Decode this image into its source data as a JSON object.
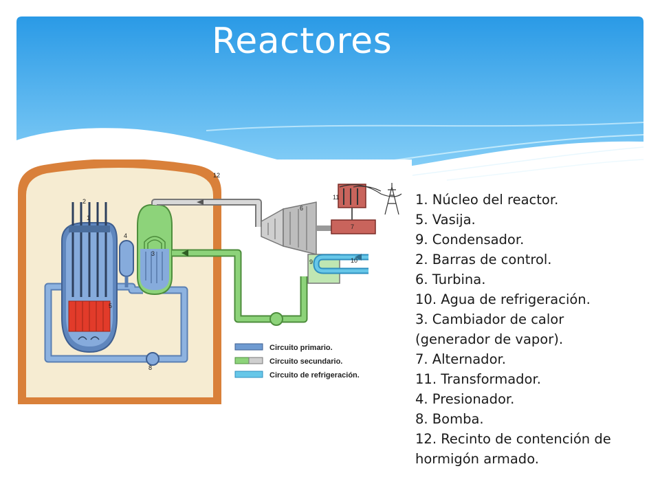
{
  "slide": {
    "title": "Reactores"
  },
  "diagram": {
    "number_labels": [
      "1",
      "2",
      "3",
      "4",
      "5",
      "6",
      "7",
      "8",
      "9",
      "10",
      "11",
      "12"
    ],
    "circuit_legend": [
      {
        "label": "Circuito primario.",
        "color": "#6f9bd1"
      },
      {
        "label": "Circuito secundario.",
        "color": "#8dd37a"
      },
      {
        "label": "Circuito de refrigeración.",
        "color": "#67c7e8"
      }
    ]
  },
  "legend": {
    "items": [
      "1. Núcleo del reactor.",
      "5. Vasija.",
      "9. Condensador.",
      "2. Barras de control.",
      "6. Turbina.",
      "10. Agua de refrigeración.",
      "3. Cambiador de calor",
      "(generador de vapor).",
      "7. Alternador.",
      "11. Transformador.",
      "4. Presionador.",
      "8. Bomba.",
      "12. Recinto de contención de",
      "hormigón armado."
    ]
  },
  "colors": {
    "header_top": "#2a9ae6",
    "header_bottom": "#8fd2f8",
    "containment": "#d9803a",
    "containment_fill": "#f6ecd2",
    "primary": "#6f9bd1",
    "secondary": "#8dd37a",
    "cooling": "#67c7e8",
    "core": "#e23b2a",
    "alternator": "#c9645c"
  }
}
